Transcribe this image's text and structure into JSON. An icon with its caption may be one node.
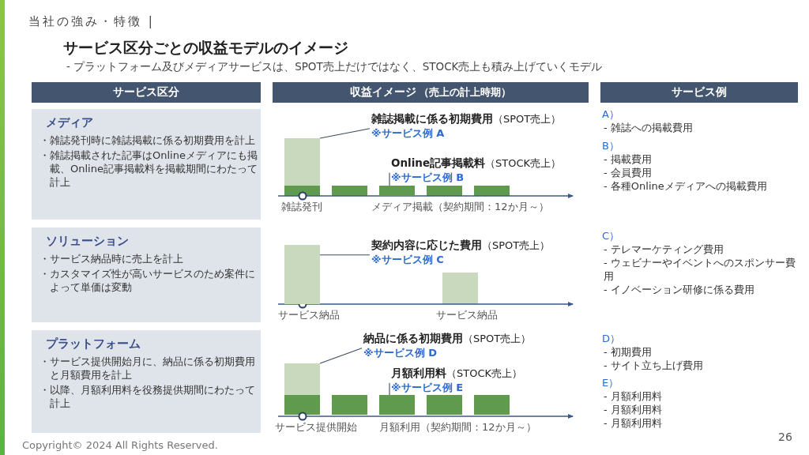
{
  "diagram": {
    "title": "サービス区分ごとの収益モデルのイメージ",
    "nodes": [
      {
        "text": [
          "サービス区分"
        ]
      },
      {
        "text": [
          "収益イメージ",
          "（売上の計上時期）"
        ]
      },
      {
        "text": [
          "サービス例"
        ]
      },
      {
        "text": [
          "メディア",
          "・雑誌発刊時に雑誌掲載に係る初期費用を計上",
          "・雑誌掲載された記事はOnlineメディアにも掲載、Online記事掲載料を掲載期間にわたって計上"
        ]
      },
      {
        "text": [
          "ソリューション",
          "・サービス納品時に売上を計上",
          "・カスタマイズ性が高いサービスのため案件によって単価は変動"
        ]
      },
      {
        "text": [
          "プラットフォーム",
          "・サービス提供開始月に、納品に係る初期費用と月額費用を計上",
          "・以降、月額利用料を役務提供期間にわたって計上"
        ]
      },
      {
        "text": [
          "雑誌掲載に係る初期費用",
          "（SPOT売上）",
          "※サービス例 A"
        ]
      },
      {
        "text": [],
        "shape": "bar"
      },
      {
        "text": [
          "Online記事掲載料",
          "（STOCK売上）",
          "※サービス例 B"
        ]
      },
      {
        "text": [],
        "shape": "bar"
      },
      {
        "text": [
          "契約内容に応じた費用",
          "（SPOT売上）",
          "※サービス例 C"
        ]
      },
      {
        "text": [],
        "shape": "bar"
      },
      {
        "text": [
          "納品に係る初期費用",
          "（SPOT売上）",
          "※サービス例 D"
        ]
      },
      {
        "text": [],
        "shape": "bar"
      },
      {
        "text": [
          "月額利用料",
          "（STOCK売上）",
          "※サービス例 E"
        ]
      },
      {
        "text": [],
        "shape": "bar"
      }
    ],
    "edges": [
      {
        "from": 6,
        "to": 7,
        "arrow": "none"
      },
      {
        "from": 8,
        "to": 9,
        "arrow": "none"
      },
      {
        "from": 10,
        "to": 11,
        "arrow": "none"
      },
      {
        "from": 12,
        "to": 13,
        "arrow": "none"
      },
      {
        "from": 14,
        "to": 15,
        "arrow": "none"
      }
    ],
    "labels": [
      "当社の強み・特徴 |",
      "- プラットフォーム及びメディアサービスは、SPOT売上だけではなく、STOCK売上も積み上げていくモデル",
      "雑誌発刊",
      "メディア掲載（契約期間：12か月～）",
      "サービス納品",
      "サービス納品",
      "サービス提供開始",
      "月額利用（契約期間：12か月～）",
      "A）",
      "- 雑誌への掲載費用",
      "B）",
      "- 掲載費用",
      "- 会員費用",
      "- 各種Onlineメディアへの掲載費用",
      "C）",
      "- テレマーケティング費用",
      "- ウェビナーやイベントへのスポンサー費用",
      "- イノベーション研修に係る費用",
      "D）",
      "- 初期費用",
      "- サイト立ち上げ費用",
      "E）",
      "- 月額利用料",
      "- 月額利用料",
      "- 月額利用料",
      "26",
      "Copyright© 2024 All Rights Reserved."
    ]
  }
}
